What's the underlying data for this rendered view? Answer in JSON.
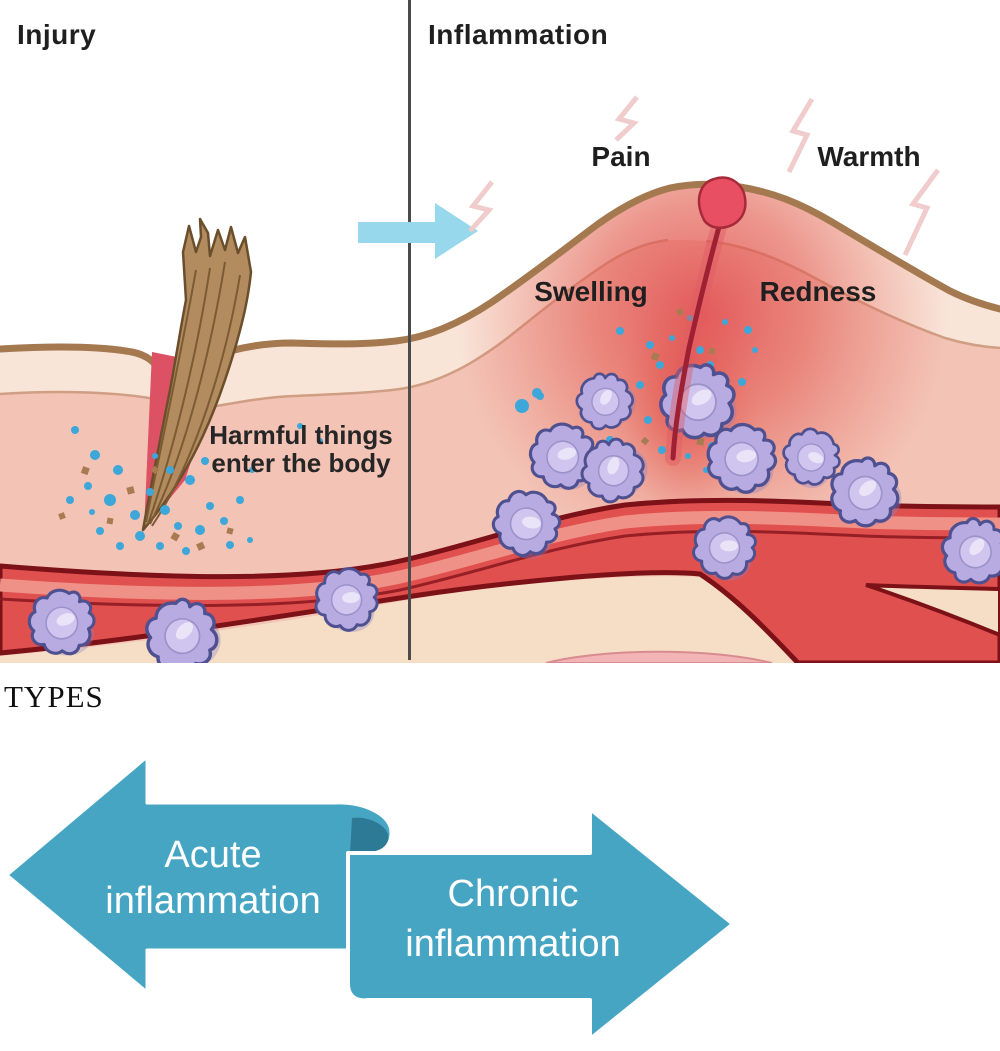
{
  "header": {
    "left_panel_label": "Injury",
    "right_panel_label": "Inflammation"
  },
  "injury_panel": {
    "caption_line1": "Harmful things",
    "caption_line2": "enter the body"
  },
  "inflammation_panel": {
    "symptom_top_left": "Pain",
    "symptom_top_right": "Warmth",
    "symptom_mid_left": "Swelling",
    "symptom_mid_right": "Redness"
  },
  "types": {
    "heading": "TYPES",
    "acute_line1": "Acute",
    "acute_line2": "inflammation",
    "chronic_line1": "Chronic",
    "chronic_line2": "inflammation"
  },
  "colors": {
    "teal_arrow": "#47a5c4",
    "teal_fold": "#2d7a96",
    "transition_arrow_cyan": "#97d8ec",
    "vessel_red": "#e0504e",
    "vessel_outline": "#7c1118",
    "vessel_highlight": "#ef9187",
    "dermis_pink": "#f3c3b6",
    "epidermis_cream": "#f9e4d8",
    "skin_outline": "#a5794f",
    "inflamed_red": "#e34d4d",
    "wound_red": "#e84f63",
    "cell_purple": "#b7abe2",
    "cell_outline": "#4f5090",
    "particle_blue": "#3ca7d8",
    "particle_brown": "#a87b52",
    "splinter_brown": "#b28c5e",
    "lightning_pink": "#efc9c9",
    "divider_gray": "#4b4b4b"
  }
}
